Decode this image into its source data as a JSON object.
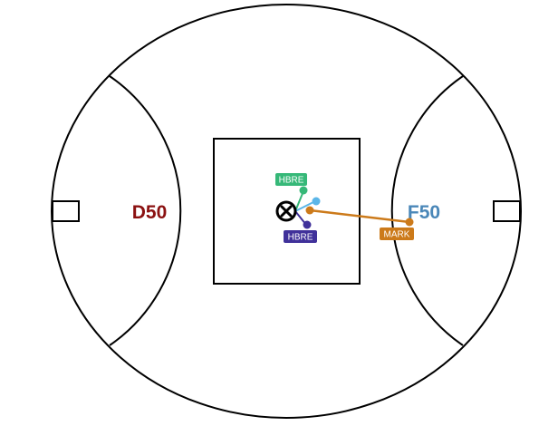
{
  "field": {
    "zones": {
      "defensive_50": {
        "label": "D50",
        "color": "#8b1111"
      },
      "forward_50": {
        "label": "F50",
        "color": "#4a87b8"
      }
    },
    "ball_icon": "ball-x-icon"
  },
  "events": [
    {
      "id": "hbre-up",
      "label": "HBRE",
      "color": "#36b878",
      "marker_color": "#36b878"
    },
    {
      "id": "hbre-down",
      "label": "HBRE",
      "color": "#40319a",
      "marker_color": "#40319a"
    },
    {
      "id": "mark",
      "label": "MARK",
      "color": "#cc7a1a",
      "marker_color": "#cc7a1a"
    },
    {
      "id": "unlabeled-disposal",
      "label": "",
      "color": "#5bb6e8",
      "marker_color": "#5bb6e8"
    }
  ]
}
